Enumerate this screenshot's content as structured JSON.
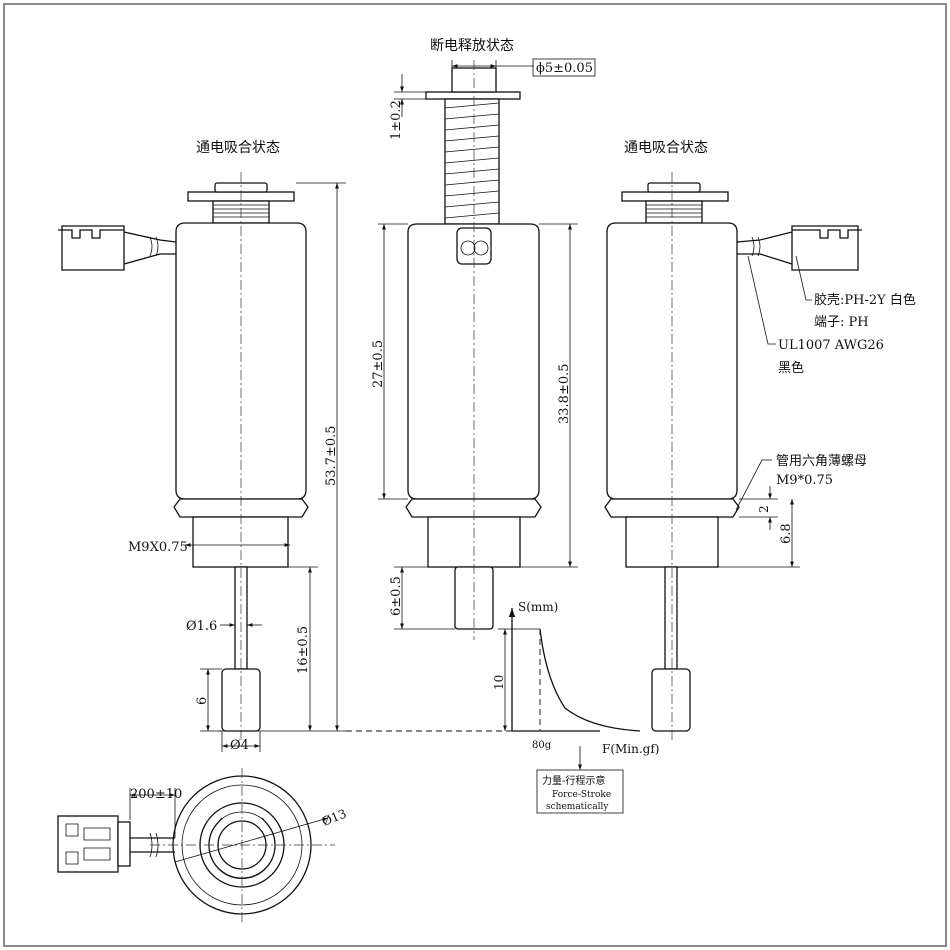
{
  "labels": {
    "released_state": "断电释放状态",
    "energized_state_left": "通电吸合状态",
    "energized_state_right": "通电吸合状态",
    "shaft_diameter": "ϕ5±0.05",
    "washer_gap": "1±0.2",
    "overall_length": "53.7±0.5",
    "body_length": "27±0.5",
    "total_body": "33.8±0.5",
    "thread_spec": "M9X0.75",
    "pin_diameter": "Ø1.6",
    "pin_length": "16±0.5",
    "tip_length": "6",
    "tip_diameter": "Ø4",
    "extension": "6±0.5",
    "nut_height": "2",
    "thread_length": "6.8",
    "housing": "胶壳:PH-2Y 白色",
    "terminal": "端子: PH",
    "wire_spec": "UL1007 AWG26",
    "wire_color": "黑色",
    "nut_label": "管用六角薄螺母",
    "nut_spec": "M9*0.75",
    "wire_length": "200±10",
    "outer_diameter": "Ø13"
  },
  "graph": {
    "y_axis": "S(mm)",
    "x_axis": "F(Min.gf)",
    "stroke_value": "10",
    "force_value": "80g",
    "legend_cn": "力量-行程示意",
    "legend_en_1": "Force-Stroke",
    "legend_en_2": "schematically"
  }
}
